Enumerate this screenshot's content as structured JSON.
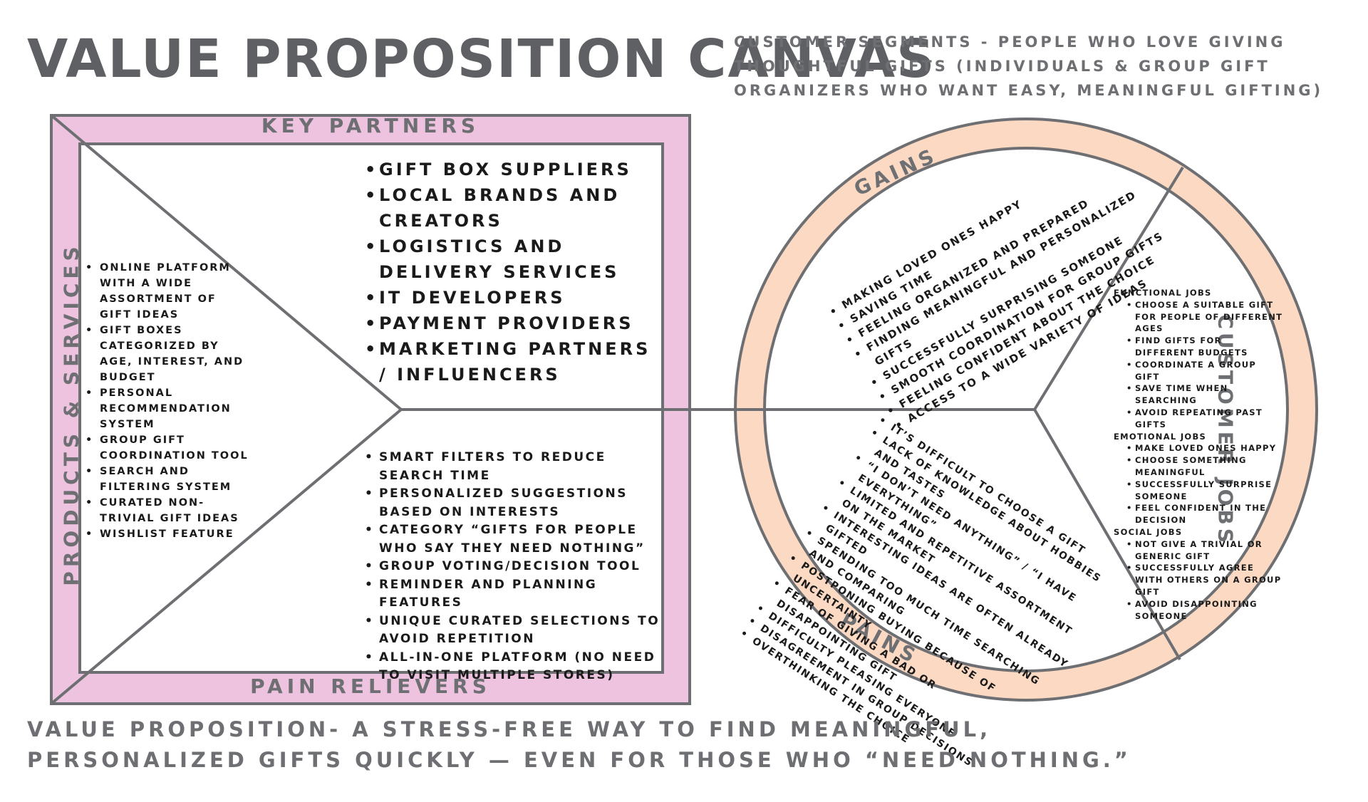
{
  "title": "VALUE PROPOSITION CANVAS",
  "customer_segments": "CUSTOMER SEGMENTS - PEOPLE WHO LOVE GIVING THOUGHTFUL GIFTS (INDIVIDUALS & GROUP GIFT ORGANIZERS WHO WANT EASY, MEANINGFUL GIFTING)",
  "value_proposition": "VALUE PROPOSITION- A STRESS-FREE WAY TO FIND MEANINGFUL, PERSONALIZED GIFTS QUICKLY — EVEN FOR THOSE WHO “NEED NOTHING.”",
  "colors": {
    "frame_pink": "#eec3df",
    "ring_peach": "#fcd9c3",
    "line_gray": "#6e6f73",
    "text_dark": "#1a1a1a"
  },
  "value_map": {
    "top_label": "KEY PARTNERS",
    "bottom_label": "PAIN RELIEVERS",
    "side_label": "PRODUCTS & SERVICES",
    "key_partners": [
      "GIFT BOX SUPPLIERS",
      "LOCAL BRANDS AND CREATORS",
      "LOGISTICS AND DELIVERY SERVICES",
      "IT DEVELOPERS",
      "PAYMENT PROVIDERS",
      "MARKETING PARTNERS / INFLUENCERS"
    ],
    "products_services": [
      "ONLINE PLATFORM WITH A WIDE ASSORTMENT OF GIFT IDEAS",
      "GIFT BOXES CATEGORIZED BY AGE, INTEREST, AND BUDGET",
      "PERSONAL RECOMMENDATION SYSTEM",
      "GROUP GIFT COORDINATION TOOL",
      "SEARCH AND FILTERING SYSTEM",
      "CURATED NON-TRIVIAL GIFT IDEAS",
      "WISHLIST FEATURE"
    ],
    "pain_relievers": [
      "SMART FILTERS TO REDUCE SEARCH TIME",
      "PERSONALIZED SUGGESTIONS BASED ON INTERESTS",
      "CATEGORY “GIFTS FOR PEOPLE WHO SAY THEY NEED NOTHING”",
      "GROUP VOTING/DECISION TOOL",
      "REMINDER AND PLANNING FEATURES",
      "UNIQUE CURATED SELECTIONS TO AVOID REPETITION",
      "ALL-IN-ONE PLATFORM (NO NEED TO VISIT MULTIPLE STORES)"
    ]
  },
  "customer_profile": {
    "gains_label": "GAINS",
    "pains_label": "PAINS",
    "jobs_label": "CUSTOMER JOBS",
    "gains": [
      "MAKING LOVED ONES HAPPY",
      "SAVING TIME",
      "FEELING ORGANIZED AND PREPARED",
      "FINDING MEANINGFUL AND PERSONALIZED GIFTS",
      "SUCCESSFULLY SURPRISING SOMEONE",
      "SMOOTH COORDINATION FOR GROUP GIFTS",
      "FEELING CONFIDENT ABOUT THE CHOICE",
      "ACCESS TO A WIDE VARIETY OF IDEAS"
    ],
    "pains": [
      "IT’S DIFFICULT TO CHOOSE A GIFT",
      "LACK OF KNOWLEDGE ABOUT HOBBIES AND TASTES",
      "“I DON’T NEED ANYTHING” / “I HAVE EVERYTHING”",
      "LIMITED AND REPETITIVE ASSORTMENT ON THE MARKET",
      "INTERESTING IDEAS ARE OFTEN ALREADY GIFTED",
      "SPENDING TOO MUCH TIME SEARCHING AND COMPARING",
      "POSTPONING BUYING BECAUSE OF UNCERTAINTY",
      "FEAR OF GIVING A BAD OR DISAPPOINTING GIFT",
      "DIFFICULTY PLEASING EVERYONE",
      "DISAGREEMENT IN GROUP DECISIONS",
      "OVERTHINKING THE CHOICE"
    ],
    "jobs": {
      "functional_title": "FUNCTIONAL JOBS",
      "functional": [
        "CHOOSE A SUITABLE GIFT FOR PEOPLE OF DIFFERENT AGES",
        "FIND GIFTS FOR DIFFERENT BUDGETS",
        "COORDINATE A GROUP GIFT",
        "SAVE TIME WHEN SEARCHING",
        "AVOID REPEATING PAST GIFTS"
      ],
      "emotional_title": "EMOTIONAL JOBS",
      "emotional": [
        "MAKE LOVED ONES HAPPY",
        "CHOOSE SOMETHING MEANINGFUL",
        "SUCCESSFULLY SURPRISE SOMEONE",
        "FEEL CONFIDENT IN THE DECISION"
      ],
      "social_title": "SOCIAL JOBS",
      "social": [
        "NOT GIVE A TRIVIAL OR GENERIC GIFT",
        "SUCCESSFULLY AGREE WITH OTHERS ON A GROUP GIFT",
        "AVOID DISAPPOINTING SOMEONE"
      ]
    }
  }
}
